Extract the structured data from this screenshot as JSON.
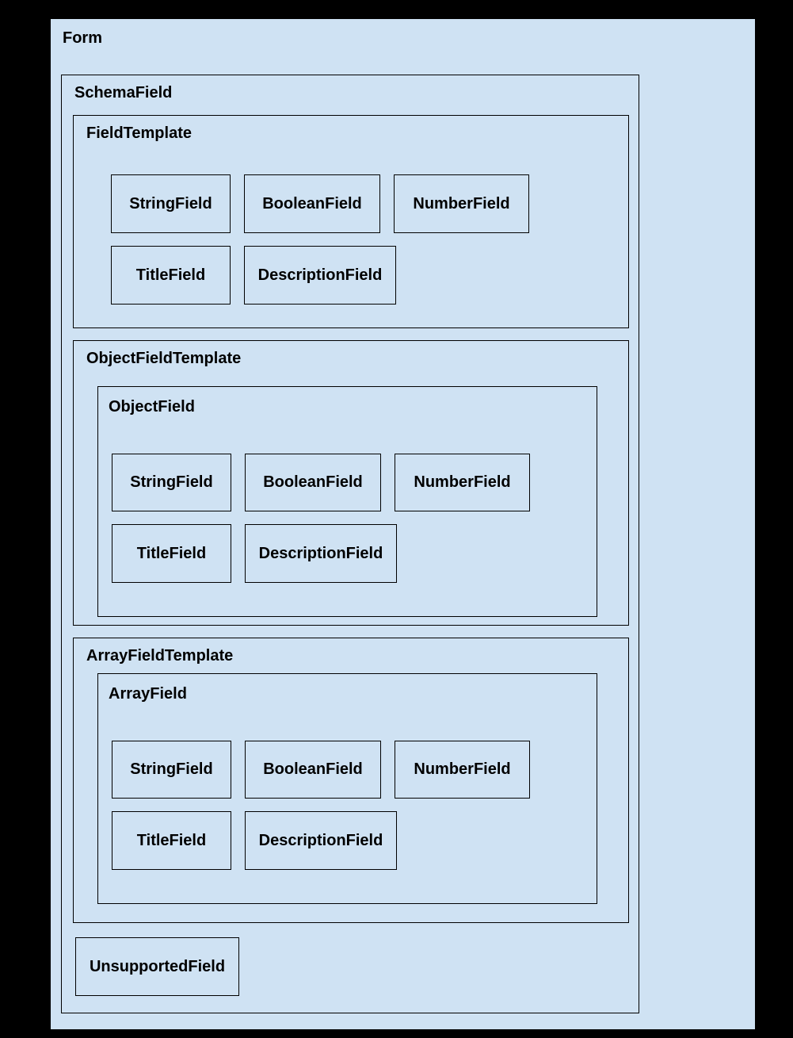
{
  "form": {
    "label": "Form",
    "schema_field": {
      "label": "SchemaField",
      "field_template": {
        "label": "FieldTemplate",
        "fields_row1": [
          "StringField",
          "BooleanField",
          "NumberField"
        ],
        "fields_row2": [
          "TitleField",
          "DescriptionField"
        ]
      },
      "object_field_template": {
        "label": "ObjectFieldTemplate",
        "object_field": {
          "label": "ObjectField",
          "fields_row1": [
            "StringField",
            "BooleanField",
            "NumberField"
          ],
          "fields_row2": [
            "TitleField",
            "DescriptionField"
          ]
        }
      },
      "array_field_template": {
        "label": "ArrayFieldTemplate",
        "array_field": {
          "label": "ArrayField",
          "fields_row1": [
            "StringField",
            "BooleanField",
            "NumberField"
          ],
          "fields_row2": [
            "TitleField",
            "DescriptionField"
          ]
        }
      },
      "unsupported_field": {
        "label": "UnsupportedField"
      }
    },
    "colors": {
      "background": "#000000",
      "box_fill": "#cfe2f3",
      "border": "#000000",
      "text": "#000000"
    }
  }
}
